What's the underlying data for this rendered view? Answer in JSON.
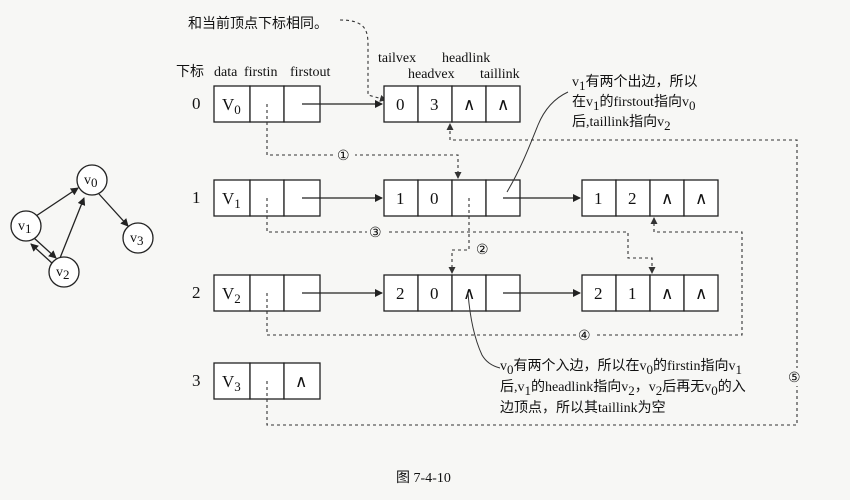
{
  "top_note": "和当前顶点下标相同。",
  "headers": {
    "index": "下标",
    "data": "data",
    "firstin": "firstin",
    "firstout": "firstout",
    "tailvex": "tailvex",
    "headvex": "headvex",
    "headlink": "headlink",
    "taillink": "taillink"
  },
  "vertices": [
    {
      "index": "0",
      "label": "V",
      "sub": "0"
    },
    {
      "index": "1",
      "label": "V",
      "sub": "1"
    },
    {
      "index": "2",
      "label": "V",
      "sub": "2"
    },
    {
      "index": "3",
      "label": "V",
      "sub": "3"
    }
  ],
  "null_symbol": "∧",
  "arcs": {
    "a03": {
      "tail": "0",
      "head": "3"
    },
    "a10": {
      "tail": "1",
      "head": "0"
    },
    "a12": {
      "tail": "1",
      "head": "2"
    },
    "a20": {
      "tail": "2",
      "head": "0"
    },
    "a21": {
      "tail": "2",
      "head": "1"
    }
  },
  "circled": [
    "①",
    "②",
    "③",
    "④",
    "⑤"
  ],
  "graph_nodes": [
    {
      "label": "v",
      "sub": "0"
    },
    {
      "label": "v",
      "sub": "1"
    },
    {
      "label": "v",
      "sub": "2"
    },
    {
      "label": "v",
      "sub": "3"
    }
  ],
  "note_v1": {
    "line1_a": "v",
    "line1_sub": "1",
    "line1_b": "有两个出边，所以",
    "line2_a": "在v",
    "line2_sub": "1",
    "line2_b": "的firstout指向v",
    "line2_sub2": "0",
    "line3": "后,taillink指向v",
    "line3_sub": "2"
  },
  "note_v0": {
    "l1_a": "v",
    "l1_s1": "0",
    "l1_b": "有两个入边，所以在v",
    "l1_s2": "0",
    "l1_c": "的firstin指向v",
    "l1_s3": "1",
    "l2_a": "后,v",
    "l2_s1": "1",
    "l2_b": "的headlink指向v",
    "l2_s2": "2",
    "l2_c": "，v",
    "l2_s3": "2",
    "l2_d": "后再无v",
    "l2_s4": "0",
    "l2_e": "的入",
    "l3": "边顶点，所以其taillink为空"
  },
  "caption": "图 7-4-10"
}
